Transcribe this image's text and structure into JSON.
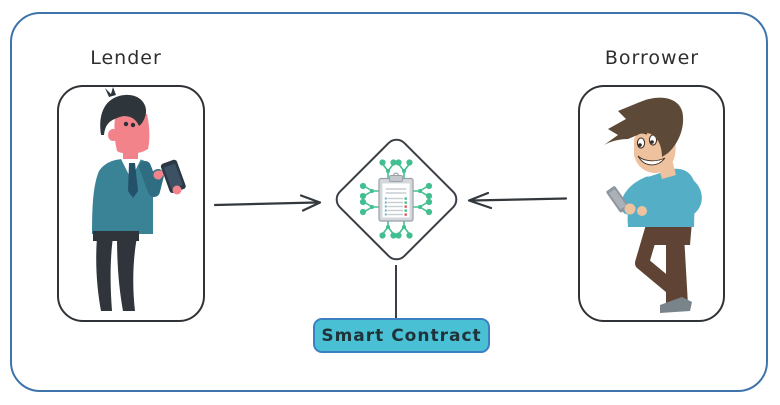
{
  "diagram": {
    "lender": {
      "label": "Lender",
      "figure": "man-in-teal-sweater-using-smartphone"
    },
    "borrower": {
      "label": "Borrower",
      "figure": "man-in-blue-shirt-using-smartphone"
    },
    "smart_contract": {
      "label": "Smart Contract",
      "icon": "clipboard-network-icon"
    },
    "connections": [
      {
        "from": "Lender",
        "to": "Smart Contract",
        "style": "arrow"
      },
      {
        "from": "Borrower",
        "to": "Smart Contract",
        "style": "arrow"
      },
      {
        "from": "Smart Contract diamond",
        "to": "Smart Contract label",
        "style": "line"
      }
    ],
    "colors": {
      "frame_border": "#3e74ab",
      "shape_outline": "#33383d",
      "network_green": "#42bf90",
      "marker_red": "#d95560",
      "badge_fill": "#4ac0d4",
      "badge_border": "#3c80c2",
      "label_text": "#2e2e2e"
    }
  }
}
